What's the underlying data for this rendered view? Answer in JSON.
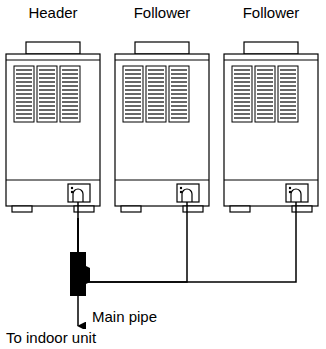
{
  "diagram": {
    "nodes": [
      {
        "text": [
          "Header"
        ]
      },
      {
        "text": [
          "Follower"
        ]
      },
      {
        "text": [
          "Follower"
        ]
      }
    ],
    "edges": [
      {
        "from": 1,
        "to": 0,
        "arrow": "none"
      },
      {
        "from": 2,
        "to": 0,
        "arrow": "none"
      }
    ],
    "labels": [
      "Main pipe",
      "To indoor unit"
    ]
  }
}
